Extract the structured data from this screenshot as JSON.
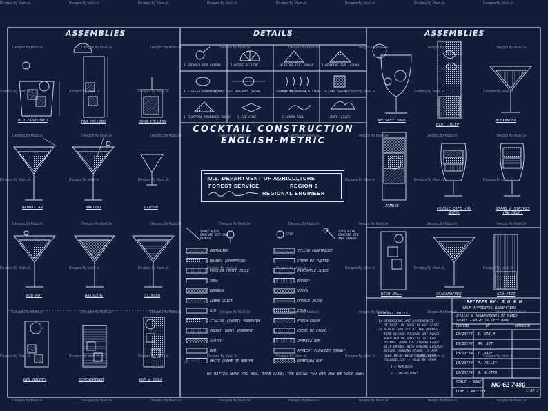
{
  "watermark": "Designs By Marti Jo",
  "sections": {
    "left": "ASSEMBLIES",
    "middle": "DETAILS",
    "right": "ASSEMBLIES"
  },
  "title": {
    "line1": "COCKTAIL CONSTRUCTION",
    "line2": "ENGLISH-METRIC"
  },
  "stamp": {
    "line1": "U.S. DEPARTMENT OF AGRICULTURE",
    "line2a": "FOREST SERVICE",
    "line2b": "REGION 6",
    "line3": "REGIONAL ENGINEER"
  },
  "drinks_left": [
    "OLD FASHIONED",
    "TOM COLLINS",
    "JOHN COLLINS",
    "MANHATTAN",
    "MARTINI",
    "GIBSON",
    "ROB ROY",
    "DAIQUIRI",
    "STINGER",
    "GIN RICKEY",
    "SCREWDRIVER",
    "RUM & COLA"
  ],
  "drinks_right": [
    "WHISKEY SOUR",
    "MINT JULEP",
    "ALEXANDER",
    "ZOMBIE",
    "POUSSE CAFE (AH NUTS)",
    "STARS & STRIPES (AW HECK)",
    "HIGH BALL",
    "GRASSHOPPER",
    "GIN FIZZ"
  ],
  "details": [
    "1-SPEARED RED CHERRY",
    "1-WEDGE OF LIME",
    "1-HEAPING TSP. SUGAR",
    "1-HEAPING TSP. SUGAR",
    "1-STUFFED GREEN OLIVE",
    "1-SPEARED ONION",
    "1-DASH ANGOSTURA BITTERS",
    "1-CUBE SUGAR",
    "1-TEASPOON POWDERED SUGAR",
    "1-ICE CUBE",
    "1-LEMON PEEL",
    "MINT LEAVES"
  ],
  "legend_left": [
    "GRENADINE",
    "BRANDY (CHAMPAGNE)",
    "PASSION FRUIT JUICE",
    "SODA",
    "BOURBON",
    "LEMON JUICE",
    "GIN",
    "ITALIAN (SWEET) VERMOUTH",
    "FRENCH (DRY) VERMOUTH",
    "SCOTCH",
    "RUM",
    "WHITE CREME DE MENTHE"
  ],
  "legend_right": [
    "YELLOW CHARTREUSE",
    "CREME DE YVETTE",
    "PINEAPPLE JUICE",
    "BRANDY",
    "VODKA",
    "ORANGE JUICE",
    "COLA",
    "FRESH CREAM",
    "CREME DE CACAO",
    "JAMAICA RUM",
    "APRICOT FLAVORED BRANDY",
    "DEMERARA RUM"
  ],
  "legend_hints": {
    "shake": "SHAKE WITH CRACKED ICE AND REMOVE",
    "stir": "STIR",
    "stir_cracked": "STIR WITH CRACKED ICE AND REMOVE"
  },
  "footer_note": "NO MATTER WHAT YOU MIX, TAKE CARE; THE DRINK YOU MIX MAY BE YOUR OWN!",
  "general_notes": {
    "heading": "GENERAL NOTES:",
    "body": "1) DIMENSIONS ARE APPROXIMATE\n   AT BEST. BE SURE TO CUT TASTE\n2) ALWAYS ADD ICE AT THE PROPER\n   TIME BEFORE POURING ANY MIXED\n   WHEN ADDING SPIRITS TO ICED\n   DRINKS. POUR THE LIQUOR FIRST\n   STIR DRINKS WITH HAVING LIQUIDS\n   BEFORE POURING MIXER. IF NOT\n   USED IN BETWEEN. SHAKE OVER\n   CRACKED ICE -- HOLD BY STEM",
    "mixer_note": "1 = MIXOLOGY",
    "mixer_note2": "2 = INGREDIENTS"
  },
  "recipes": {
    "heading1": "RECIPES BY: S G & M",
    "heading2": "SELF APPOINTED BARMASTERS",
    "details1": "DETAILS & ARRANGEMENTS OF MIXED",
    "details2": "DRINKS - RIGHT OR LEFT HAND",
    "col1": "CHECKED",
    "col2": "BY",
    "col3": "APPROVED",
    "rows": [
      [
        "10/23/74",
        "I. MIX.M"
      ],
      [
        "10/23/74",
        "MA. SOT"
      ],
      [
        "10/23/74",
        "I. BARE"
      ],
      [
        "10/23/74",
        "P. FELLIT"
      ],
      [
        "10/23/74",
        "B. BLOTTO"
      ]
    ],
    "scale": "SCALE - NONE",
    "time": "TIME - ANYTIME",
    "number": "NO 62-7480",
    "sheet": "1 OF 1"
  }
}
